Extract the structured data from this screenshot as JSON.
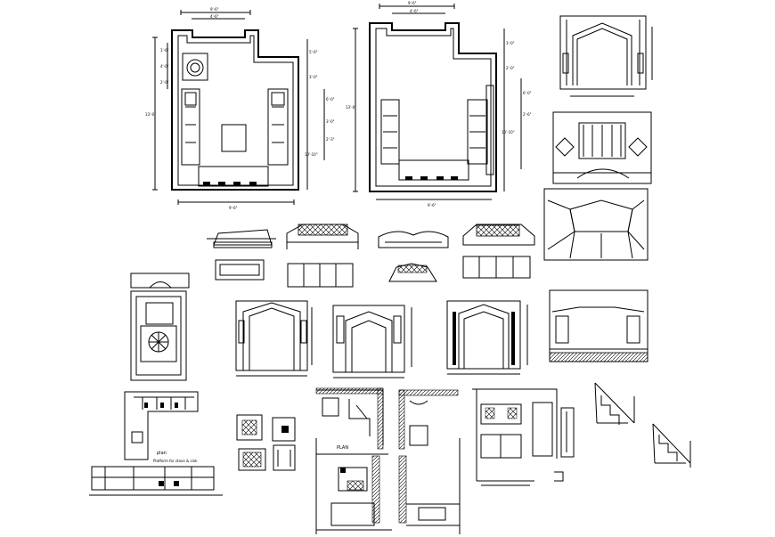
{
  "drawing": {
    "labels": {
      "plan_label": "PLAN",
      "plan_label_small": "plan",
      "note_stove_table": "Platform for stove & sink"
    },
    "dimensions": {
      "plan1_top": "9'-6\"",
      "plan1_top_inner": "4'-6\"",
      "plan1_left": "13'-0\"",
      "plan1_r1": "5'-6\"",
      "plan1_r2": "3'-0\"",
      "plan1_r3": "6'-0\"",
      "plan1_r4": "3'-0\"",
      "plan1_r5": "2'-3\"",
      "plan1_r6": "10'-10\"",
      "plan1_bottom": "9'-6\"",
      "plan1_l1": "1'-6\"",
      "plan1_l2": "4'-0\"",
      "plan1_l3": "2'-0\"",
      "plan2_top": "9'-6\"",
      "plan2_top_inner": "4'-6\"",
      "plan2_left": "13'-0\"",
      "plan2_r1": "3'-0\"",
      "plan2_r2": "2'-0\"",
      "plan2_r3": "6'-0\"",
      "plan2_r4": "2'-6\"",
      "plan2_r5": "10'-10\"",
      "plan2_bottom": "9'-6\""
    },
    "colors": {
      "ink": "#000000",
      "paper": "#ffffff"
    }
  }
}
